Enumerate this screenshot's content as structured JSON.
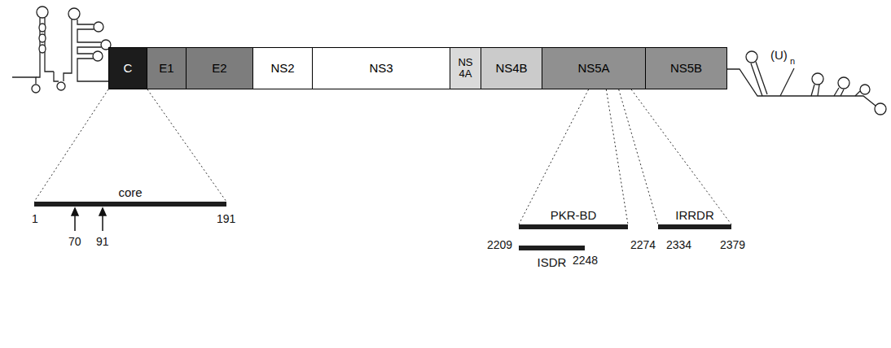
{
  "diagram": {
    "nodes": [
      {
        "text": [
          "C"
        ]
      },
      {
        "text": [
          "E1"
        ]
      },
      {
        "text": [
          "E2"
        ]
      },
      {
        "text": [
          "NS2"
        ]
      },
      {
        "text": [
          "NS3"
        ]
      },
      {
        "text": [
          "NS 4A"
        ]
      },
      {
        "text": [
          "NS4B"
        ]
      },
      {
        "text": [
          "NS5A"
        ]
      },
      {
        "text": [
          "NS5B"
        ]
      },
      {
        "text": [
          "core"
        ]
      },
      {
        "text": [
          "PKR-BD"
        ]
      },
      {
        "text": [
          "ISDR"
        ]
      },
      {
        "text": [
          "IRRDR"
        ]
      }
    ],
    "edges": [
      {
        "from": 0,
        "to": 9,
        "arrow": "none"
      },
      {
        "from": 7,
        "to": 10,
        "arrow": "none"
      },
      {
        "from": 7,
        "to": 12,
        "arrow": "none"
      }
    ],
    "labels": [
      "1",
      "70",
      "91",
      "191",
      "2209",
      "2274",
      "2248",
      "2334",
      "2379",
      "(U)",
      "n"
    ]
  }
}
